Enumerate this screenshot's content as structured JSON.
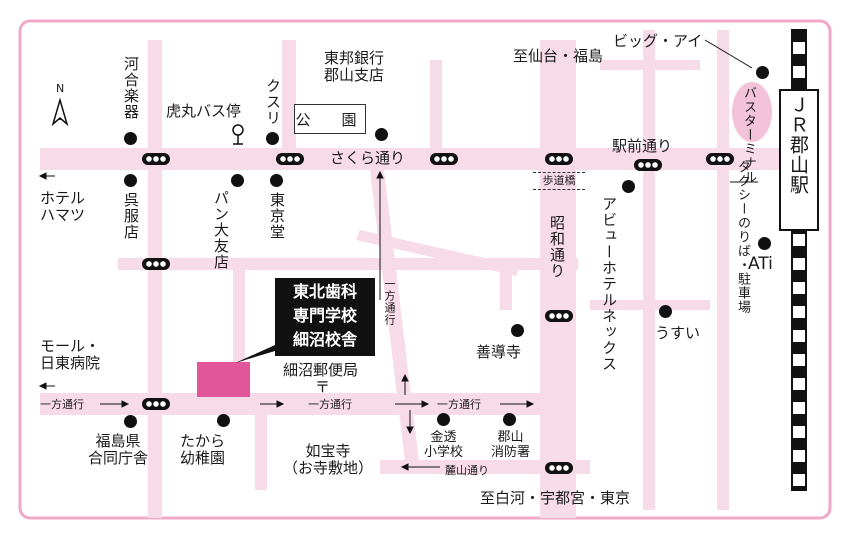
{
  "colors": {
    "frame": "#f0a8c8",
    "road": "#f8dbe9",
    "rail": "#111111",
    "campus": "#e1559b",
    "bus_terminal": "#f3c3d9"
  },
  "school": {
    "line1": "東北歯科",
    "line2": "専門学校",
    "line3": "細沼校舎"
  },
  "park": {
    "label": "公　園"
  },
  "roads": {
    "sakura": "さくら通り",
    "ekimae": "駅前通り",
    "showa": "昭和通り",
    "fumoto": "麓山通り",
    "one_way": "一方通行",
    "footbridge": "歩道橋"
  },
  "directions": {
    "north_mark": "N",
    "to_sendai": "至仙台・福島",
    "to_shirakawa": "至白河・宇都宮・東京",
    "to_hotel": "ホテル\nハマツ",
    "to_mall": "モール・\n日東病院"
  },
  "rail": {
    "station": "ＪＲ郡山駅"
  },
  "landmarks": {
    "kawai": "河合楽器",
    "toramaru": "虎丸バス停",
    "kusuri": "クスリ",
    "toho_bank": "東邦銀行\n郡山支店",
    "big_i": "ビッグ・アイ",
    "bus_terminal": "バスターミナル",
    "taxi": "タクシーのりば・駐車場",
    "gofukuten": "呉服店",
    "daiyu_pan": "パン大友店",
    "tokyodo": "東京堂",
    "view_hotel": "アビューホテルネックス",
    "ati": "ATi",
    "usui": "うすい",
    "zendoji": "善導寺",
    "post_office": "細沼郵便局",
    "post_mark": "〒",
    "fukushima_office": "福島県\n合同庁舎",
    "takara": "たから\n幼稚園",
    "nyohoji": "如宝寺\n（お寺敷地）",
    "kanesuki": "金透\n小学校",
    "fire_station": "郡山\n消防署"
  }
}
